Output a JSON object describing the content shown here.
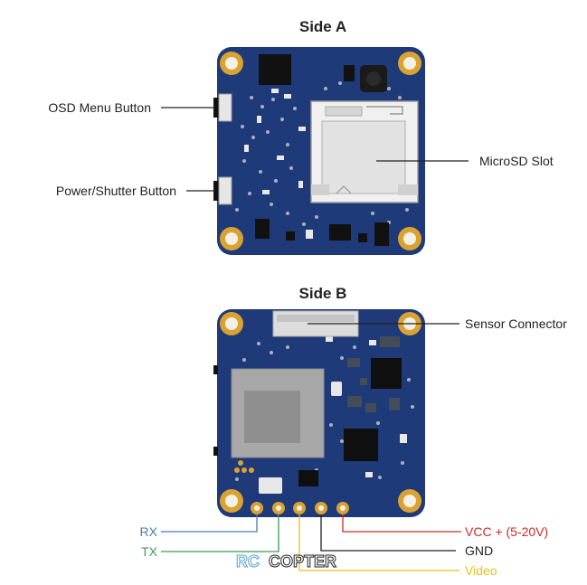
{
  "side_a": {
    "title": "Side A",
    "labels": {
      "osd_button": "OSD Menu Button",
      "power_button": "Power/Shutter Button",
      "microsd_slot": "MicroSD Slot"
    }
  },
  "side_b": {
    "title": "Side B",
    "labels": {
      "sensor_connector": "Sensor Connector"
    },
    "pins": {
      "rx": "RX",
      "tx": "TX",
      "vcc": "VCC + (5-20V)",
      "gnd": "GND",
      "video": "Video"
    }
  },
  "watermark": {
    "part1": "RC",
    "part2": "COPTER"
  },
  "colors": {
    "board": "#1f3a78",
    "pad_gold": "#d9a233",
    "rx": "#4a7ab8",
    "tx": "#3d9b52",
    "vcc": "#cc2a2a",
    "gnd": "#222222",
    "video": "#e6c21a"
  }
}
